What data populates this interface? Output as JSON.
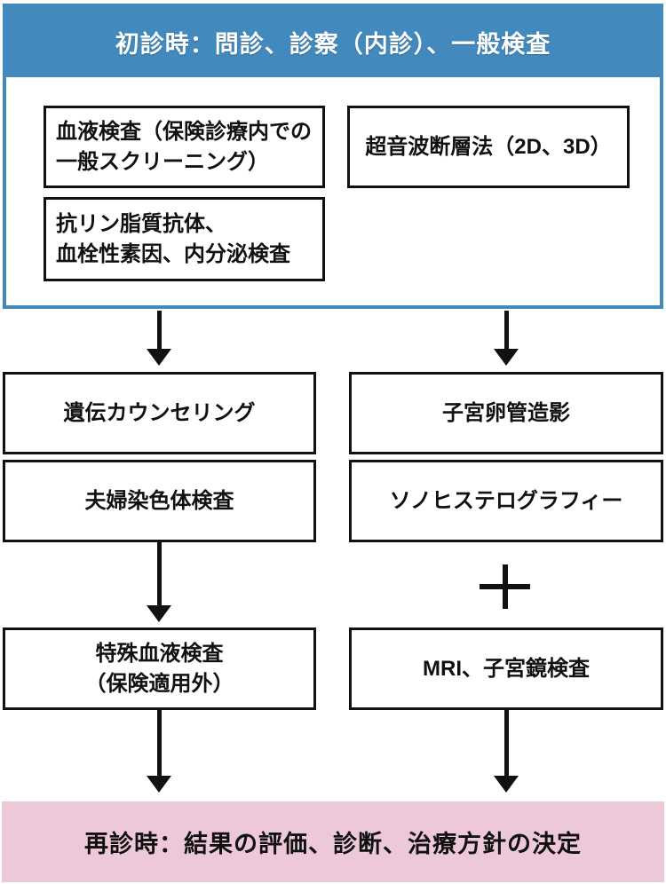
{
  "colors": {
    "header_blue": "#4289BD",
    "footer_pink": "#EDC8D9",
    "box_border_black": "#111111"
  },
  "header": {
    "title": "初診時：問診、診察（内診）、一般検査"
  },
  "initial_tests": {
    "blood_screening": "血液検査（保険診療内での\n一般スクリーニング）",
    "thrombophilia_panel": "抗リン脂質抗体、\n血栓性素因、内分泌検査",
    "ultrasound": "超音波断層法（2D、3D）"
  },
  "left_column": {
    "genetic_counseling": "遺伝カウンセリング",
    "couple_chromosome_test": "夫婦染色体検査",
    "special_blood_test": "特殊血液検査\n（保険適用外）"
  },
  "right_column": {
    "hysterosalpingography": "子宮卵管造影",
    "sonohysterography": "ソノヒステログラフィー",
    "plus_sign": "＋",
    "mri_hysteroscopy": "MRI、子宮鏡検査"
  },
  "footer": {
    "title": "再診時：結果の評価、診断、治療方針の決定"
  }
}
